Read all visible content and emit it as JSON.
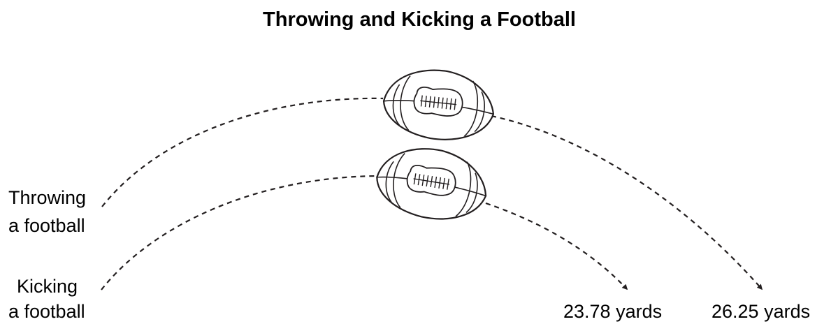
{
  "title": "Throwing and Kicking a Football",
  "labels": {
    "throwing_line1": "Throwing",
    "throwing_line2": "a football",
    "kicking_line1": "Kicking",
    "kicking_line2": "a football"
  },
  "distances": {
    "kicking": "23.78 yards",
    "throwing": "26.25 yards"
  }
}
